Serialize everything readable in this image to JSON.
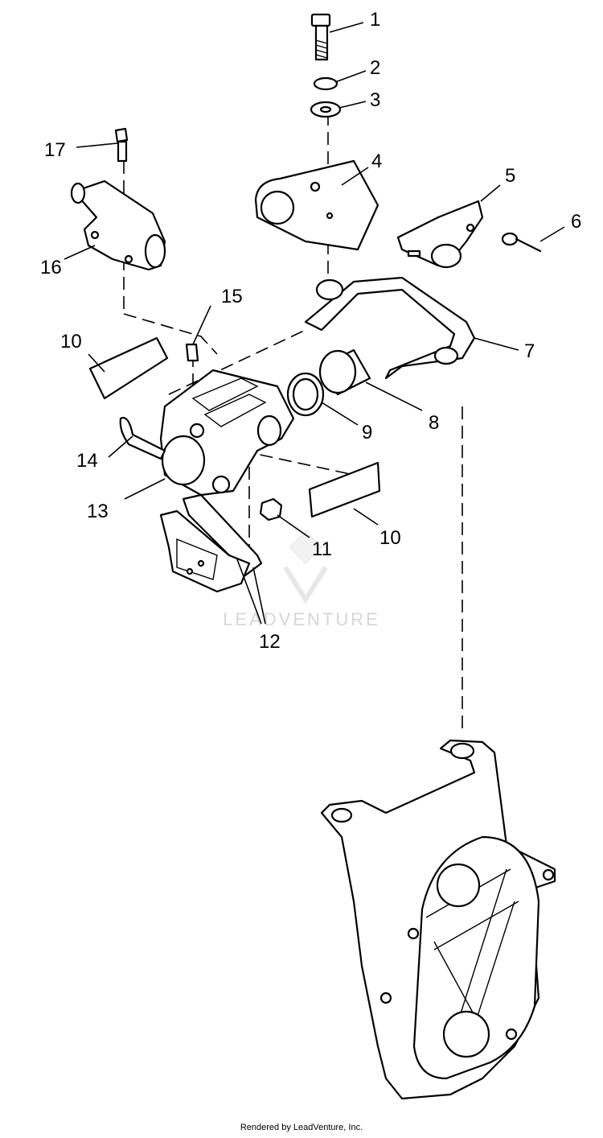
{
  "callouts": {
    "c1": "1",
    "c2": "2",
    "c3": "3",
    "c4": "4",
    "c5": "5",
    "c6": "6",
    "c7": "7",
    "c8": "8",
    "c9": "9",
    "c10a": "10",
    "c10b": "10",
    "c11": "11",
    "c12": "12",
    "c13": "13",
    "c14": "14",
    "c15": "15",
    "c16": "16",
    "c17": "17"
  },
  "watermark": "LEADVENTURE",
  "footer": "Rendered by LeadVenture, Inc."
}
